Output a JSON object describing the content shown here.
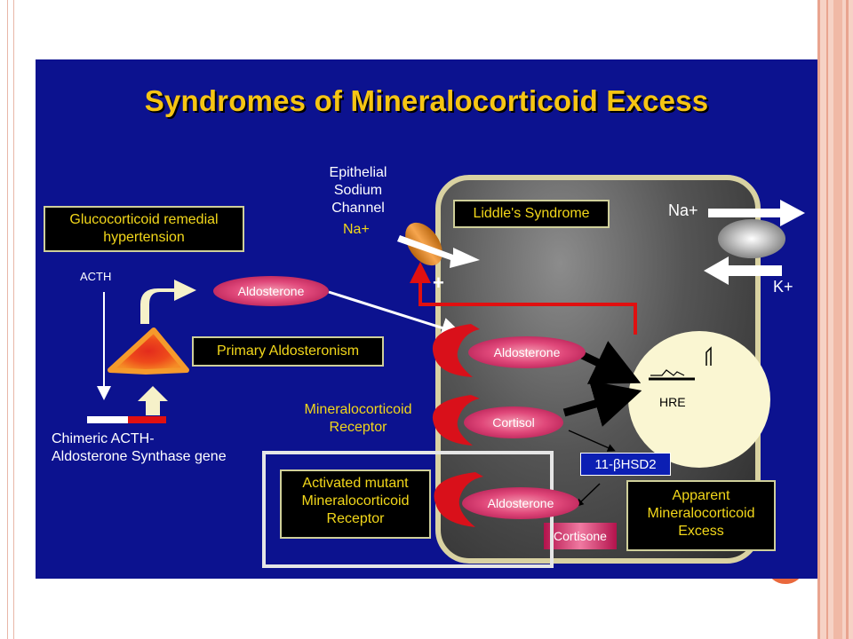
{
  "title": "Syndromes of Mineralocorticoid Excess",
  "labels": {
    "glucocorticoid": "Glucocorticoid remedial hypertension",
    "acth": "ACTH",
    "chimeric": "Chimeric ACTH- Aldosterone Synthase gene",
    "primary_aldosteronism": "Primary Aldosteronism",
    "epithelial_sodium_channel": "Epithelial Sodium Channel",
    "na_channel": "Na+",
    "liddles": "Liddle's Syndrome",
    "na_out": "Na+",
    "k_in": "K+",
    "plus": "+",
    "mr_label": "Mineralocorticoid Receptor",
    "hre": "HRE",
    "hsd2": "11-βHSD2",
    "cortisone": "Cortisone",
    "activated_mutant": "Activated mutant Mineralocorticoid Receptor",
    "apparent_me": "Apparent Mineralocorticoid Excess"
  },
  "ellipses": {
    "aldo_outside": "Aldosterone",
    "aldo_receptor": "Aldosterone",
    "cortisol_receptor": "Cortisol",
    "aldo_mutant": "Aldosterone"
  },
  "colors": {
    "slide_bg": "#0c128f",
    "title": "#f6c514",
    "box_text": "#f2d71a",
    "red_line": "#e01010"
  }
}
